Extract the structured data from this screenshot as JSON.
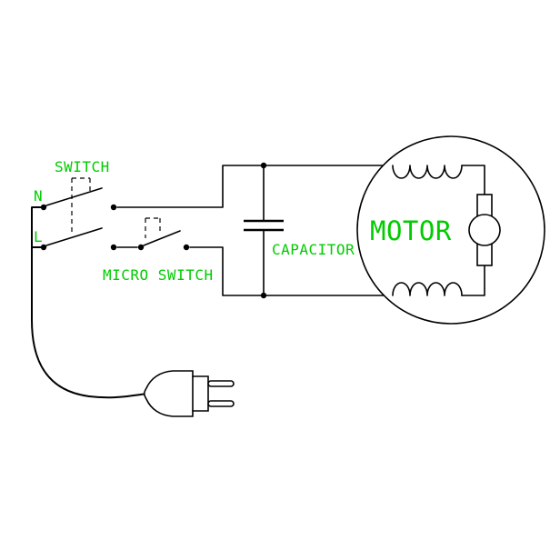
{
  "diagram": {
    "type": "electrical-circuit-schematic",
    "labels": {
      "switch": "SWITCH",
      "micro_switch": "MICRO SWITCH",
      "capacitor": "CAPACITOR",
      "motor": "MOTOR",
      "neutral": "N",
      "line": "L"
    },
    "colors": {
      "wire": "#000000",
      "label": "#00cc00",
      "background": "#ffffff"
    },
    "icons": {
      "plug": "power-plug-icon",
      "double_pole_switch": "double-pole-switch-symbol",
      "micro_switch": "micro-switch-symbol",
      "capacitor": "capacitor-symbol",
      "motor_windings": "motor-winding-symbol",
      "centrifugal_switch": "centrifugal-switch-symbol"
    }
  }
}
